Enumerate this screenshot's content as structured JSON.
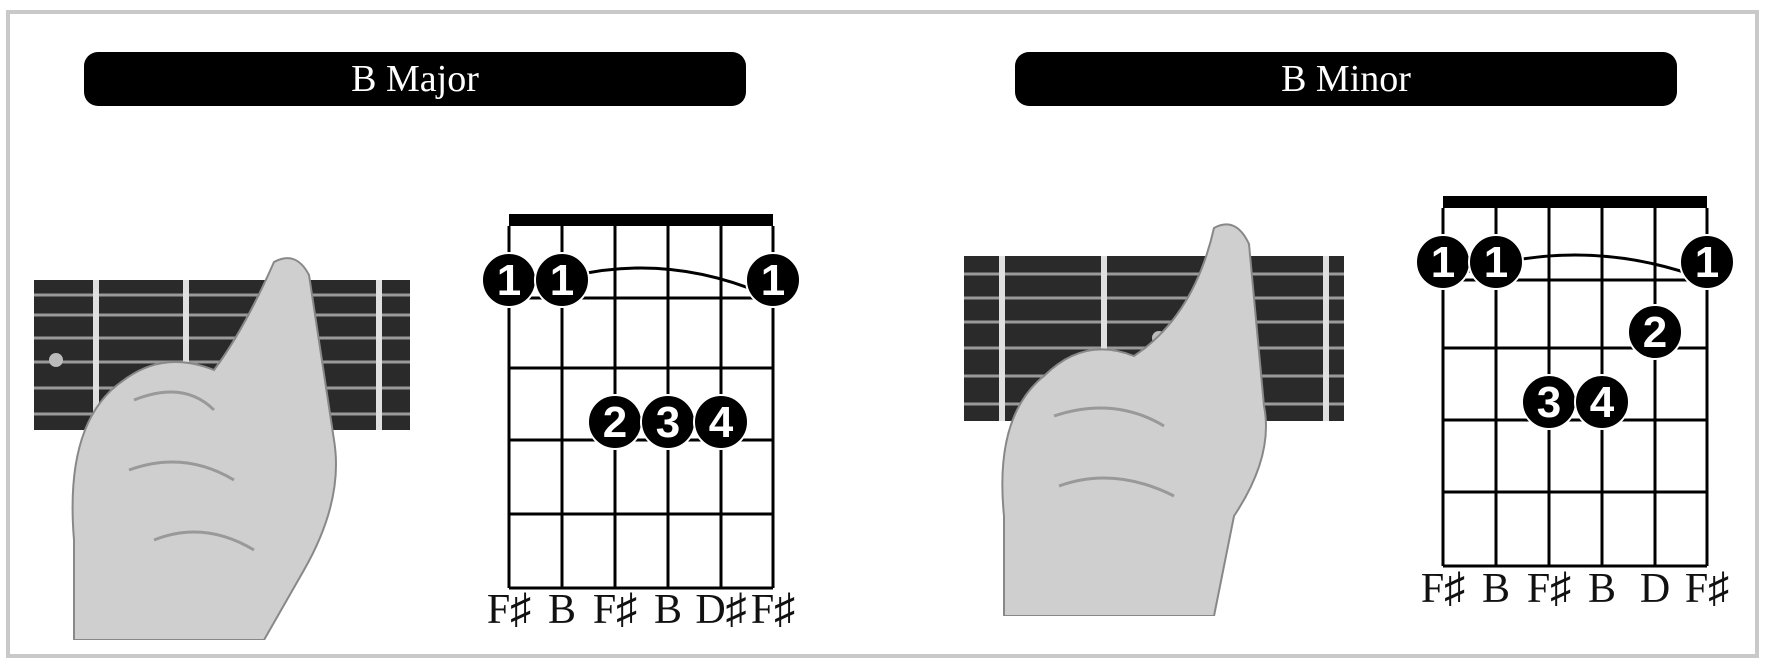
{
  "chords": [
    {
      "name": "B Major",
      "fingers": [
        {
          "finger": "1",
          "string": 1,
          "fret": 1
        },
        {
          "finger": "1",
          "string": 2,
          "fret": 1
        },
        {
          "finger": "1",
          "string": 6,
          "fret": 1
        },
        {
          "finger": "2",
          "string": 3,
          "fret": 3
        },
        {
          "finger": "3",
          "string": 4,
          "fret": 3
        },
        {
          "finger": "4",
          "string": 5,
          "fret": 3
        }
      ],
      "notes": [
        "F♯",
        "B",
        "F♯",
        "B",
        "D♯",
        "F♯"
      ],
      "photo": "hand-barre-b-major-photo"
    },
    {
      "name": "B Minor",
      "fingers": [
        {
          "finger": "1",
          "string": 1,
          "fret": 1
        },
        {
          "finger": "1",
          "string": 2,
          "fret": 1
        },
        {
          "finger": "1",
          "string": 6,
          "fret": 1
        },
        {
          "finger": "2",
          "string": 5,
          "fret": 2
        },
        {
          "finger": "3",
          "string": 3,
          "fret": 3
        },
        {
          "finger": "4",
          "string": 4,
          "fret": 3
        }
      ],
      "notes": [
        "F♯",
        "B",
        "F♯",
        "B",
        "D",
        "F♯"
      ],
      "photo": "hand-barre-b-minor-photo"
    }
  ],
  "colors": {
    "bar": "#000000",
    "frame": "#c9c9c9",
    "fretboard": "#2a2a2a",
    "skin": "#cfcfcf"
  }
}
